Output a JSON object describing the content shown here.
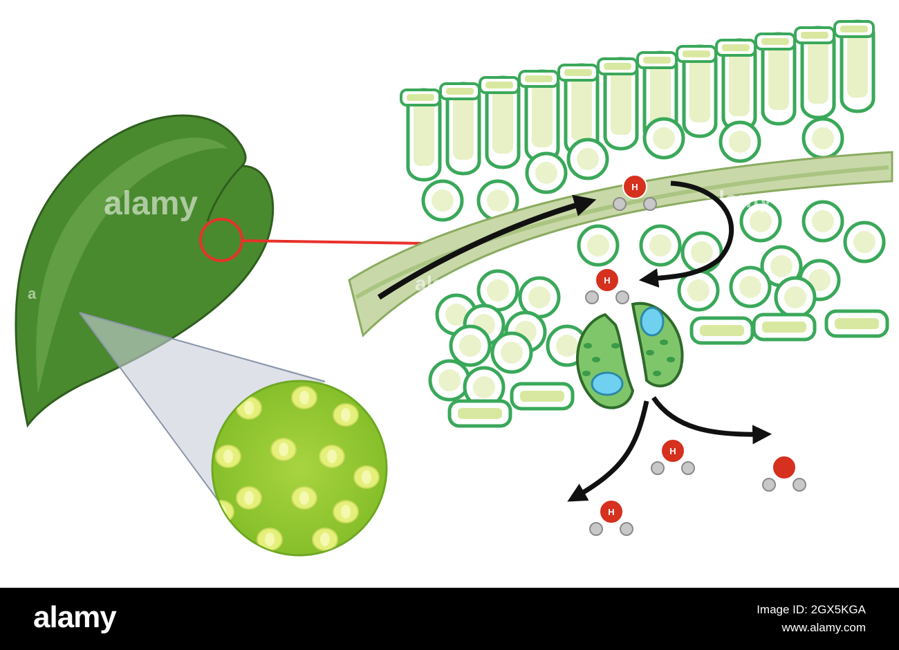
{
  "diagram": {
    "molecules": [
      {
        "name": "water-molecule-in-vein",
        "center_atom_label": "H"
      },
      {
        "name": "water-molecule-near-stoma",
        "center_atom_label": "H"
      },
      {
        "name": "water-molecule-released-1",
        "center_atom_label": "H"
      },
      {
        "name": "water-molecule-released-2",
        "center_atom_label": "H"
      },
      {
        "name": "water-molecule-released-3",
        "center_atom_label": ""
      }
    ],
    "colors": {
      "leaf_dark": "#3f7d2a",
      "leaf_light": "#6aa84f",
      "cell_outline": "#3aa85a",
      "cell_fill": "#ffffff",
      "cell_inner": "#d9e8a0",
      "vein": "#cddcb0",
      "highlight_ring": "#e8312a",
      "oxygen_atom": "#d6301e",
      "hydrogen_atom": "#c8c8c8",
      "arrow": "#111111",
      "guard_cell": "#7fc66b",
      "vacuole": "#6fd0f0",
      "zoom_circle": "#9ccc3a"
    },
    "icons": [
      "leaf-icon",
      "magnifier-circle",
      "leaf-cross-section",
      "stoma-guard-cells",
      "water-molecule-icon",
      "flow-arrow-icon"
    ]
  },
  "watermark": {
    "text": "alamy",
    "tag": "a"
  },
  "footer": {
    "logo_text": "alamy",
    "image_id": "Image ID: 2GX5KGA",
    "site": "www.alamy.com"
  }
}
